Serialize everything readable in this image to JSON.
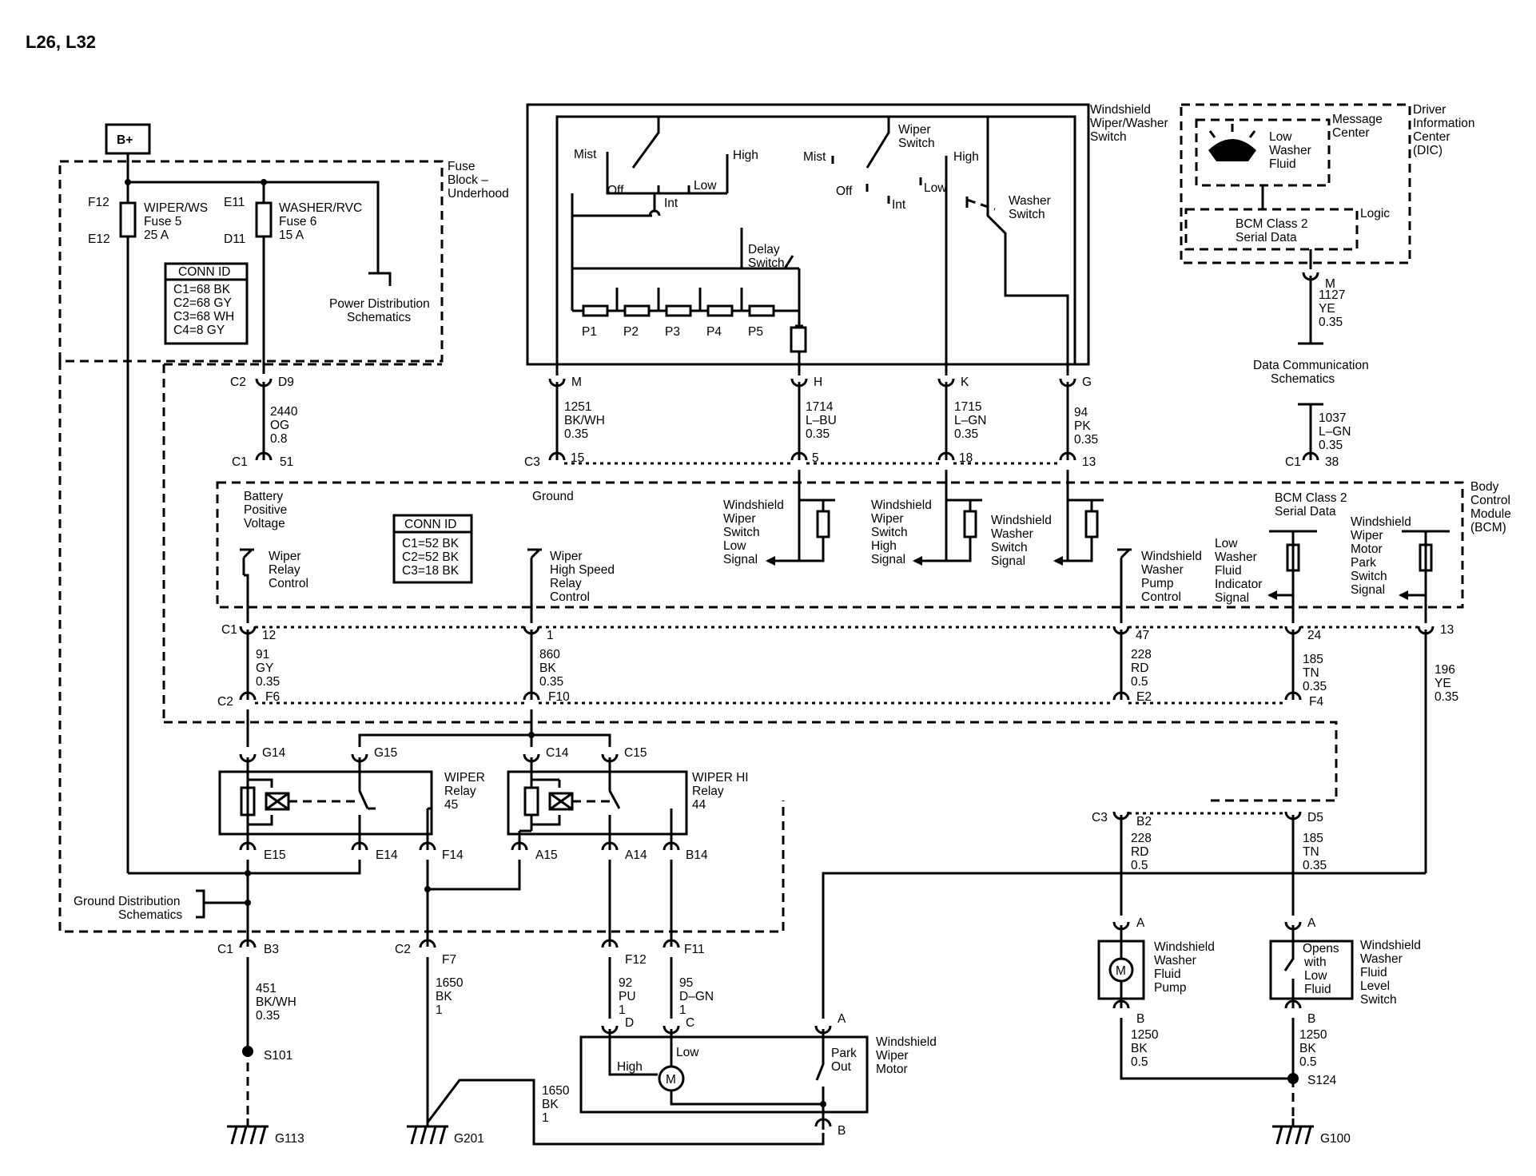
{
  "page_title": "L26, L32",
  "battery": "B+",
  "fuse_block": {
    "title": [
      "Fuse",
      "Block –",
      "Underhood"
    ]
  },
  "fuses": [
    {
      "top_pin": "F12",
      "bottom_pin": "E12",
      "lines": [
        "WIPER/WS",
        "Fuse 5",
        "25 A"
      ]
    },
    {
      "top_pin": "E11",
      "bottom_pin": "D11",
      "lines": [
        "WASHER/RVC",
        "Fuse 6",
        "15 A"
      ]
    }
  ],
  "fuse_conn_id": {
    "title": "CONN ID",
    "lines": [
      "C1=68 BK",
      "C2=68 GY",
      "C3=68 WH",
      "C4=8 GY"
    ]
  },
  "power_dist": [
    "Power Distribution",
    "Schematics"
  ],
  "switch": {
    "title": [
      "Windshield",
      "Wiper/Washer",
      "Switch"
    ],
    "labels": {
      "mist1": "Mist",
      "off1": "Off",
      "int1": "Int",
      "low1": "Low",
      "high1": "High",
      "mist2": "Mist",
      "off2": "Off",
      "int2": "Int",
      "low2": "Low",
      "high2": "High",
      "wiper_switch": [
        "Wiper",
        "Switch"
      ],
      "delay_switch": [
        "Delay",
        "Switch"
      ],
      "washer_switch": [
        "Washer",
        "Switch"
      ]
    },
    "resistors": [
      "P1",
      "P2",
      "P3",
      "P4",
      "P5"
    ]
  },
  "dic": {
    "title": [
      "Driver",
      "Information",
      "Center",
      "(DIC)"
    ],
    "message_center": [
      "Message",
      "Center"
    ],
    "low_washer_fluid": [
      "Low",
      "Washer",
      "Fluid"
    ],
    "logic": "Logic",
    "bcm_serial": [
      "BCM Class 2",
      "Serial Data"
    ]
  },
  "data_comm": [
    "Data Communication",
    "Schematics"
  ],
  "wires": {
    "fuse6_bcm": {
      "pin_top": "D9",
      "conn_top": "C2",
      "circuit": [
        "2440",
        "OG",
        "0.8"
      ],
      "conn_bot": "C1",
      "pin_bot": "51"
    },
    "sw_m": {
      "pin": "M",
      "circuit": [
        "1251",
        "BK/WH",
        "0.35"
      ],
      "bcm_conn": "C3",
      "bcm_pin": "15"
    },
    "sw_h": {
      "pin": "H",
      "circuit": [
        "1714",
        "L–BU",
        "0.35"
      ],
      "bcm_pin": "5"
    },
    "sw_k": {
      "pin": "K",
      "circuit": [
        "1715",
        "L–GN",
        "0.35"
      ],
      "bcm_pin": "18"
    },
    "sw_g": {
      "pin": "G",
      "circuit": [
        "94",
        "PK",
        "0.35"
      ],
      "bcm_pin": "13"
    },
    "dic_m": {
      "pin": "M",
      "circuit1": [
        "1127",
        "YE",
        "0.35"
      ],
      "circuit2": [
        "1037",
        "L–GN",
        "0.35"
      ],
      "bcm_conn": "C1",
      "bcm_pin": "38"
    }
  },
  "bcm": {
    "title": [
      "Body",
      "Control",
      "Module",
      "(BCM)"
    ],
    "battery_voltage": [
      "Battery",
      "Positive",
      "Voltage"
    ],
    "ground": "Ground",
    "serial": [
      "BCM Class 2",
      "Serial Data"
    ],
    "conn_id": {
      "title": "CONN ID",
      "lines": [
        "C1=52 BK",
        "C2=52 BK",
        "C3=18 BK"
      ]
    },
    "wiper_relay_ctrl": [
      "Wiper",
      "Relay",
      "Control"
    ],
    "hs_relay_ctrl": [
      "Wiper",
      "High Speed",
      "Relay",
      "Control"
    ],
    "low_signal": [
      "Windshield",
      "Wiper",
      "Switch",
      "Low",
      "Signal"
    ],
    "high_signal": [
      "Windshield",
      "Wiper",
      "Switch",
      "High",
      "Signal"
    ],
    "washer_signal": [
      "Windshield",
      "Washer",
      "Switch",
      "Signal"
    ],
    "pump_control": [
      "Windshield",
      "Washer",
      "Pump",
      "Control"
    ],
    "fluid_indicator": [
      "Low",
      "Washer",
      "Fluid",
      "Indicator",
      "Signal"
    ],
    "park_signal": [
      "Windshield",
      "Wiper",
      "Motor",
      "Park",
      "Switch",
      "Signal"
    ]
  },
  "bcm_out": [
    {
      "conn": "C1",
      "pin": "12",
      "circuit": [
        "91",
        "GY",
        "0.35"
      ],
      "relay_conn": "C2",
      "relay_pin": "F6"
    },
    {
      "pin": "1",
      "circuit": [
        "860",
        "BK",
        "0.35"
      ],
      "relay_pin": "F10"
    },
    {
      "pin": "47",
      "circuit": [
        "228",
        "RD",
        "0.5"
      ],
      "relay_pin": "E2"
    },
    {
      "pin": "24",
      "circuit": [
        "185",
        "TN",
        "0.35"
      ],
      "relay_pin": "F4"
    },
    {
      "pin": "13",
      "circuit": [
        "196",
        "YE",
        "0.35"
      ]
    }
  ],
  "relays": {
    "wiper": {
      "label": [
        "WIPER",
        "Relay",
        "45"
      ],
      "pins": {
        "g14": "G14",
        "g15": "G15",
        "e15": "E15",
        "e14": "E14",
        "f14": "F14"
      }
    },
    "wiper_hi": {
      "label": [
        "WIPER HI",
        "Relay",
        "44"
      ],
      "pins": {
        "c14": "C14",
        "c15": "C15",
        "a15": "A15",
        "a14": "A14",
        "b14": "B14"
      }
    }
  },
  "ground_dist": [
    "Ground Distribution",
    "Schematics"
  ],
  "c3": {
    "conn": "C3",
    "pin_b2": "B2",
    "circuit_b2": [
      "228",
      "RD",
      "0.5"
    ],
    "pin_d5": "D5",
    "circuit_d5": [
      "185",
      "TN",
      "0.35"
    ]
  },
  "lower": {
    "g113_wire": {
      "conn": "C1",
      "pin": "B3",
      "circuit": [
        "451",
        "BK/WH",
        "0.35"
      ],
      "splice": "S101",
      "ground": "G113"
    },
    "g201_wire": {
      "conn": "C2",
      "pin": "F7",
      "circuit": [
        "1650",
        "BK",
        "1"
      ],
      "ground": "G201"
    },
    "motor_ground_circuit": [
      "1650",
      "BK",
      "1"
    ],
    "high_wire": {
      "pin": "F12",
      "circuit": [
        "92",
        "PU",
        "1"
      ],
      "motor_pin": "D"
    },
    "low_wire": {
      "pin": "F11",
      "circuit": [
        "95",
        "D–GN",
        "1"
      ],
      "motor_pin": "C"
    },
    "park_pin": "A",
    "motor_pin_b": "B"
  },
  "motor": {
    "title": [
      "Windshield",
      "Wiper",
      "Motor"
    ],
    "high": "High",
    "low": "Low",
    "park": [
      "Park",
      "Out"
    ],
    "symbol": "M"
  },
  "pump": {
    "title": [
      "Windshield",
      "Washer",
      "Fluid",
      "Pump"
    ],
    "pin_a": "A",
    "pin_b": "B",
    "circuit": [
      "1250",
      "BK",
      "0.5"
    ],
    "symbol": "M"
  },
  "level_switch": {
    "title": [
      "Windshield",
      "Washer",
      "Fluid",
      "Level",
      "Switch"
    ],
    "inside": [
      "Opens",
      "with",
      "Low",
      "Fluid"
    ],
    "pin_a": "A",
    "pin_b": "B",
    "circuit": [
      "1250",
      "BK",
      "0.5"
    ]
  },
  "s124": "S124",
  "g100": "G100"
}
